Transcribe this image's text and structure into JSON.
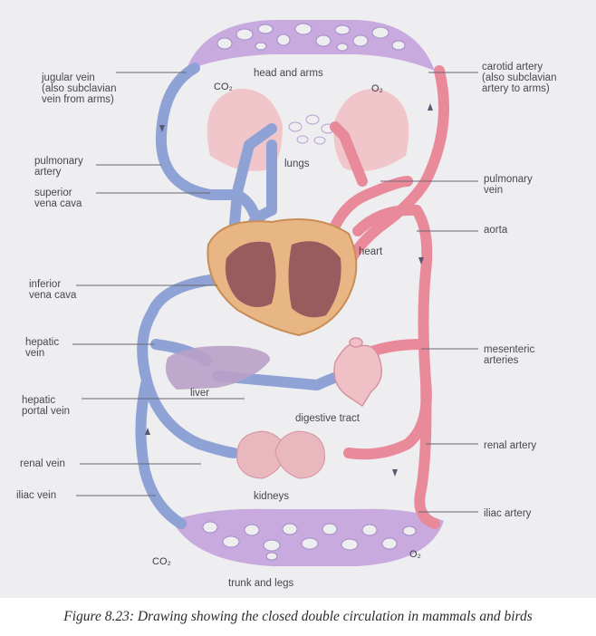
{
  "labels": {
    "jugular_vein": "jugular vein\n(also subclavian\nvein from arms)",
    "pulmonary_artery": "pulmonary\nartery",
    "superior_vena_cava": "superior\nvena cava",
    "inferior_vena_cava": "inferior\nvena cava",
    "hepatic_vein": "hepatic\nvein",
    "hepatic_portal_vein": "hepatic\nportal vein",
    "renal_vein": "renal vein",
    "iliac_vein": "iliac vein",
    "carotid_artery": "carotid artery\n(also subclavian\nartery to arms)",
    "pulmonary_vein": "pulmonary\nvein",
    "aorta": "aorta",
    "mesenteric_arteries": "mesenteric\narteries",
    "renal_artery": "renal artery",
    "iliac_artery": "iliac artery",
    "head_and_arms": "head and arms",
    "lungs": "lungs",
    "heart": "heart",
    "liver": "liver",
    "digestive_tract": "digestive tract",
    "kidneys": "kidneys",
    "trunk_and_legs": "trunk and legs",
    "co2_top": "CO₂",
    "o2_top": "O₂",
    "co2_bottom": "CO₂",
    "o2_bottom": "O₂"
  },
  "caption": "Figure 8.23: Drawing  showing the closed double circulation in mammals and birds",
  "colors": {
    "vein": "#8ea2d6",
    "artery": "#e98a9b",
    "organ": "#e9b8bf",
    "heart_muscle": "#e8b585",
    "heart_chamber": "#8a4b57"
  }
}
